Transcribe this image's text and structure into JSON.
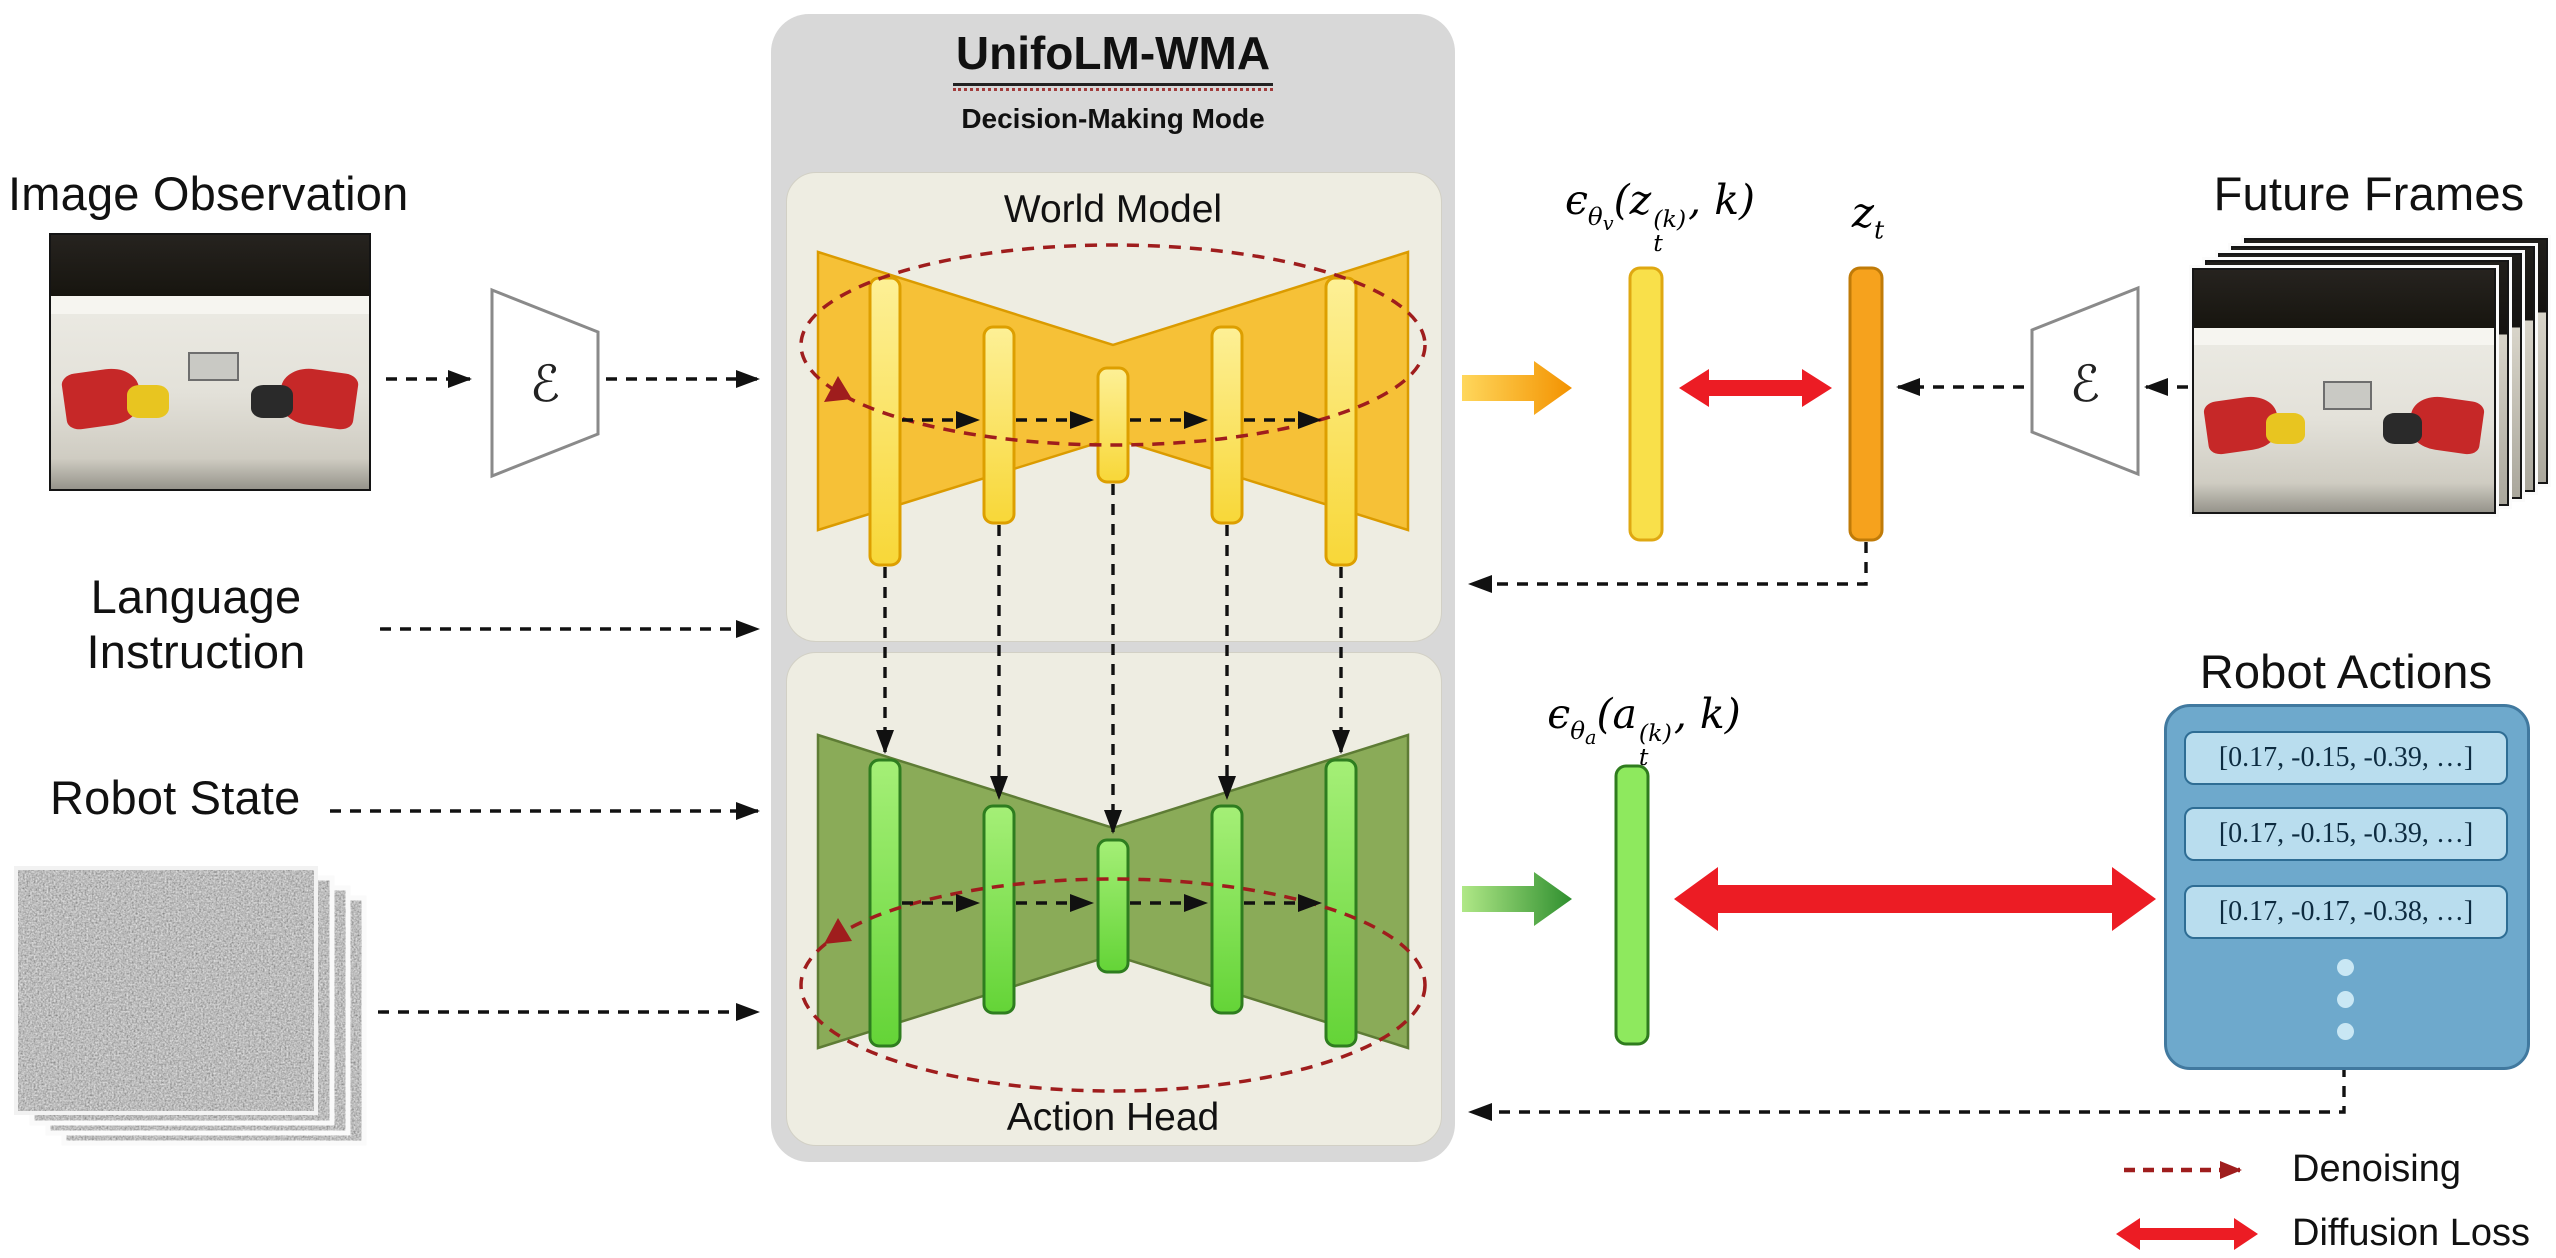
{
  "left": {
    "image_observation": "Image Observation",
    "language_instruction": "Language\nInstruction",
    "robot_state": "Robot State"
  },
  "center": {
    "title": "UnifoLM-WMA",
    "subtitle": "Decision-Making Mode",
    "world_model": "World Model",
    "action_head": "Action Head"
  },
  "encoders": {
    "symbol": "ℰ"
  },
  "formulas": {
    "video": {
      "epsilon": "ϵ",
      "theta": "θ",
      "model_sub": "v",
      "open": "(",
      "var": "z",
      "sup": "(k)",
      "sub": "t",
      "close": ", k)"
    },
    "action": {
      "epsilon": "ϵ",
      "theta": "θ",
      "model_sub": "a",
      "open": "(",
      "var": "a",
      "sup": "(k)",
      "sub": "t",
      "close": ", k)"
    },
    "zt": {
      "var": "z",
      "sub": "t"
    }
  },
  "right": {
    "future_frames": "Future Frames"
  },
  "robot_actions": {
    "title": "Robot Actions",
    "rows": [
      "[0.17, -0.15, -0.39, …]",
      "[0.17, -0.15, -0.39, …]",
      "[0.17, -0.17, -0.38, …]"
    ]
  },
  "legend": {
    "denoising": "Denoising",
    "diffusion_loss": "Diffusion Loss"
  },
  "colors": {
    "panel_gray": "#d8d8d8",
    "section_beige": "#eeede2",
    "world_yellow": "#f6c137",
    "bar_yellow": "#fbe14d",
    "action_green": "#8aab58",
    "bar_green": "#7fe052",
    "noise_bar_yellow": "#f9e04a",
    "latent_orange": "#f6a21d",
    "actions_blue": "#6ea9cc",
    "action_row_blue": "#b9ddee",
    "diffusion_red": "#ec1c24",
    "denoise_dark_red": "#9f1d1d"
  }
}
